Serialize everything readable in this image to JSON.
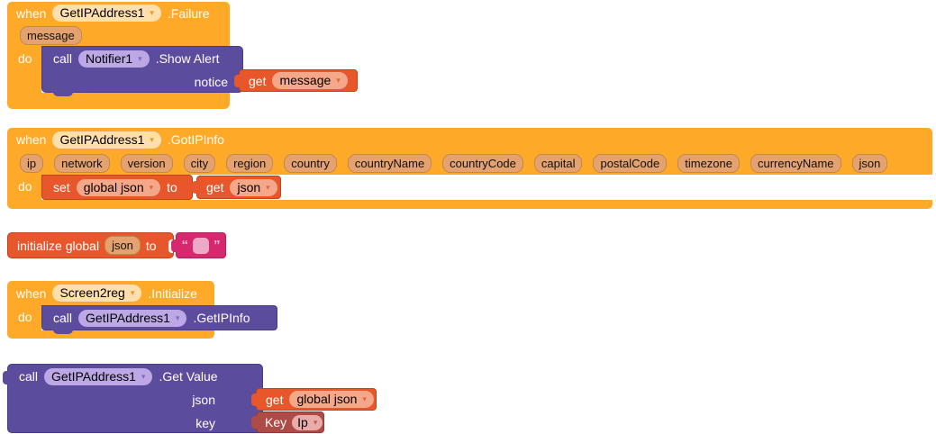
{
  "ui": {
    "dropdown_arrow": "▾"
  },
  "colors": {
    "canvas": "#FFFFFF",
    "event_block": "#FFA928",
    "event_dropdown": "#FFDFAC",
    "param_chip": "#E5A26E",
    "method_call_block": "#5C4C9E",
    "method_dropdown": "#BBA8E4",
    "variable_block": "#E8562B",
    "variable_dropdown": "#F5A78A",
    "text_block": "#D5286E",
    "text_field": "#EFA9C8",
    "key_block": "#AF4B47",
    "key_dropdown": "#EAACA9"
  },
  "failure_event": {
    "when": "when",
    "component": "GetIPAddress1",
    "event": ".Failure",
    "params": [
      "message"
    ],
    "do_label": "do",
    "call": {
      "label": "call",
      "component": "Notifier1",
      "method": ".Show Alert"
    },
    "notice_label": "notice",
    "notice_value": {
      "get": "get",
      "var": "message"
    }
  },
  "gotipinfo_event": {
    "when": "when",
    "component": "GetIPAddress1",
    "event": ".GotIPInfo",
    "params": [
      "ip",
      "network",
      "version",
      "city",
      "region",
      "country",
      "countryName",
      "countryCode",
      "capital",
      "postalCode",
      "timezone",
      "currencyName",
      "json"
    ],
    "do_label": "do",
    "set": {
      "label": "set",
      "var": "global json",
      "to": "to"
    },
    "value": {
      "get": "get",
      "var": "json"
    }
  },
  "init_global": {
    "label": "initialize global",
    "var": "json",
    "to": "to",
    "string": {
      "open_quote": "“",
      "close_quote": "”"
    }
  },
  "screen_init_event": {
    "when": "when",
    "component": "Screen2reg",
    "event": ".Initialize",
    "do_label": "do",
    "call": {
      "label": "call",
      "component": "GetIPAddress1",
      "method": ".GetIPInfo"
    }
  },
  "get_value_call": {
    "call": "call",
    "component": "GetIPAddress1",
    "method": ".Get Value",
    "json_label": "json",
    "json_value": {
      "get": "get",
      "var": "global json"
    },
    "key_label": "key",
    "key_value": {
      "label": "Key",
      "option": "Ip"
    }
  }
}
